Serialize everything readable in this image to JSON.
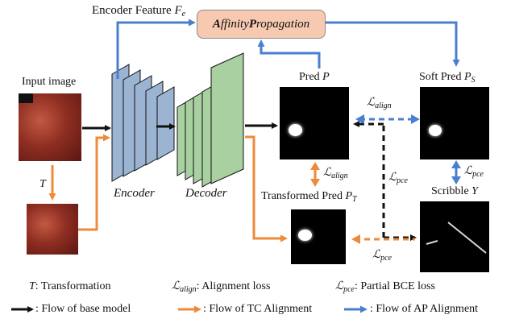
{
  "encoder_feature": {
    "text": "Encoder Feature ",
    "symbol": "F",
    "sub": "e"
  },
  "ap_box": {
    "letter1": "A",
    "rest1": "ffinity ",
    "letter2": "P",
    "rest2": "ropagation"
  },
  "input": {
    "label": "Input image",
    "transform": "T"
  },
  "encoder_label": "Encoder",
  "decoder_label": "Decoder",
  "pred": {
    "text": "Pred ",
    "symbol": "P"
  },
  "soft_pred": {
    "text": "Soft Pred ",
    "symbol": "P",
    "sub": "S"
  },
  "transformed_pred": {
    "text": "Transformed Pred ",
    "symbol": "P",
    "sub": "T"
  },
  "scribble": {
    "text": "Scribble ",
    "symbol": "Y"
  },
  "losses": {
    "align_symbol": "ℒ",
    "align_sub": "align",
    "pce_symbol": "ℒ",
    "pce_sub": "pce"
  },
  "legend": {
    "t_symbol": "T",
    "t_text": ": Transformation",
    "align_symbol": "ℒ",
    "align_sub": "align",
    "align_text": ": Alignment loss",
    "pce_symbol": "ℒ",
    "pce_sub": "pce",
    "pce_text": ": Partial BCE loss",
    "flow_base": ": Flow of base model",
    "flow_tc": ": Flow of TC Alignment",
    "flow_ap": ": Flow of AP Alignment"
  },
  "colors": {
    "black": "#111111",
    "orange": "#ee8a3a",
    "blue": "#4a7fd0",
    "encoder": "#9ab4d2",
    "decoder": "#a8d0a0",
    "ap_fill": "#f7c9b1"
  }
}
